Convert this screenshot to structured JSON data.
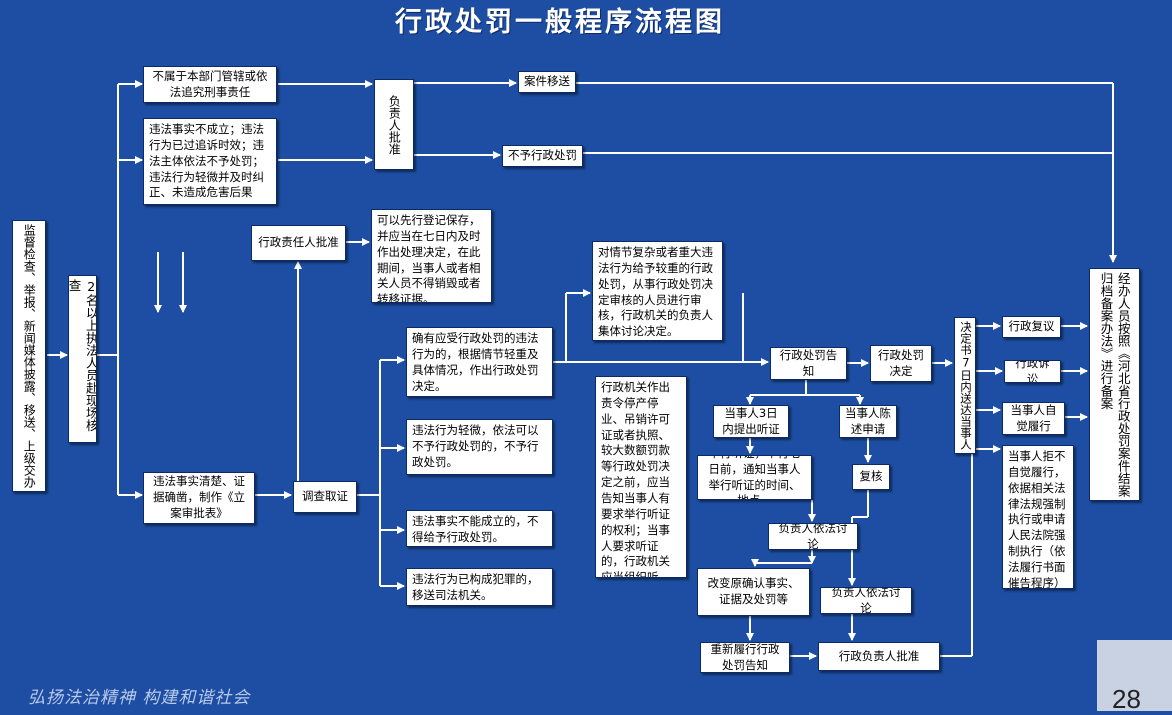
{
  "title": "行政处罚一般程序流程图",
  "slogan": "弘扬法治精神 构建和谐社会",
  "page_number": "28",
  "nodes": {
    "supervision": "监督检查、举报、新闻媒体披露、移送、上级交办",
    "two_officers": "2名以上执法人员赴现场核查",
    "not_jurisdiction": "不属于本部门管辖或依法追究刑事责任",
    "no_violation": "违法事实不成立；违法行为已过追诉时效；违法主体依法不予处罚；违法行为轻微并及时纠正、未造成危害后果",
    "head_approval": "负责人批准",
    "case_transfer": "案件移送",
    "no_penalty": "不予行政处罚",
    "admin_head_approval": "行政责任人批准",
    "evidence_preservation": "可以先行登记保存，并应当在七日内及时作出处理决定，在此期间，当事人或者相关人员不得销毁或者转移证据。",
    "facts_clear": "违法事实清楚、证据确凿，制作《立案审批表》",
    "investigation": "调查取证",
    "should_punish": "确有应受行政处罚的违法行为的，根据情节轻重及具体情况，作出行政处罚决定。",
    "minor_violation": "违法行为轻微，依法可以不予行政处罚的，不予行政处罚。",
    "cannot_establish": "违法事实不能成立的，不得给予行政处罚。",
    "crime_transfer": "违法行为已构成犯罪的，移送司法机关。",
    "complex_case": "对情节复杂或者重大违法行为给予较重的行政处罚，从事行政处罚决定审核的人员进行审核，行政机关的负责人集体讨论决定。",
    "hearing_notice": "行政机关作出责令停产停业、吊销许可证或者执照、较大数额罚款等行政处罚决定之前，应当告知当事人有要求举行听证的权利；当事人要求听证的，行政机关应当组织听证。",
    "penalty_notice": "行政处罚告知",
    "penalty_decision": "行政处罚决定",
    "hearing_request": "当事人3日内提出听证",
    "statement": "当事人陈述申请",
    "hold_hearing": "举行听证，举行七日前，通知当事人举行听证的时间、地点。",
    "review": "复核",
    "head_discuss_1": "负责人依法讨论",
    "head_discuss_2": "负责人依法讨论",
    "change_facts": "改变原确认事实、证据及处罚等",
    "renotice": "重新履行行政处罚告知",
    "admin_head_final": "行政负责人批准",
    "deliver_decision": "决定书7日内送达当事人",
    "admin_review": "行政复议",
    "admin_litigation": "行政诉讼",
    "self_perform": "当事人自觉履行",
    "refuse_perform": "当事人拒不自觉履行，依据相关法律法规强制执行或申请人民法院强制执行（依法履行书面催告程序）",
    "archive": "经办人员按照《河北省行政处罚案件结案归档备案办法》进行备案"
  }
}
